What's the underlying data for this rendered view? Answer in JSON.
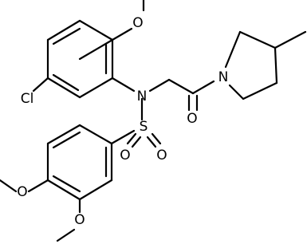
{
  "molecule": {
    "atoms": {
      "o_methoxy_top": "O",
      "cl": "Cl",
      "n_sulfonamide": "N",
      "n_piperidine": "N",
      "s": "S",
      "o_carbonyl": "O",
      "o_sulfonyl_left": "O",
      "o_sulfonyl_right": "O",
      "o_methoxy_para": "O",
      "o_methoxy_meta": "O"
    },
    "colors": {
      "bond": "#000000",
      "label": "#000000",
      "background": "#ffffff"
    }
  }
}
